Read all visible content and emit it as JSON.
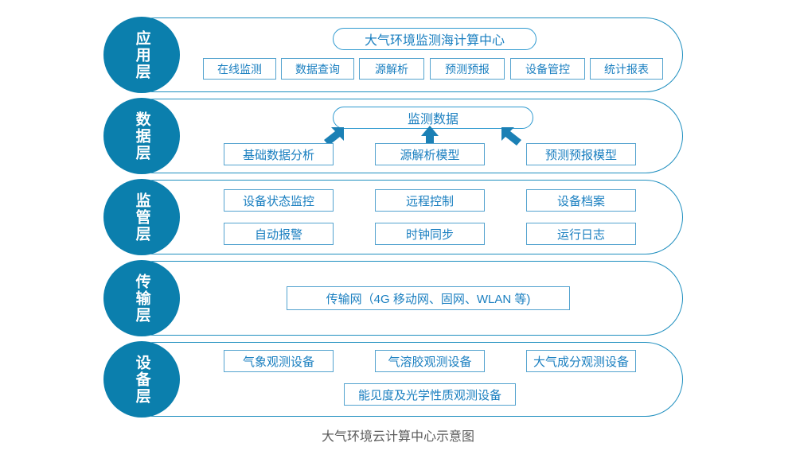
{
  "diagram": {
    "caption": "大气环境云计算中心示意图",
    "colors": {
      "circle_fill": "#0b7fad",
      "row_border": "#1f8fbf",
      "box_border": "#54a3cf",
      "box_text": "#1a7fc0",
      "pill_border": "#2f9ad0",
      "arrow": "#1b80b5",
      "caption_text": "#5c5c5c",
      "background": "#ffffff"
    },
    "layers": [
      {
        "id": "application-layer",
        "circle_label": "应用层",
        "title_pill": "大气环境监测海计算中心",
        "items": [
          "在线监测",
          "数据查询",
          "源解析",
          "预测预报",
          "设备管控",
          "统计报表"
        ]
      },
      {
        "id": "data-layer",
        "circle_label": "数据层",
        "title_pill": "监测数据",
        "items": [
          "基础数据分析",
          "源解析模型",
          "预测预报模型"
        ],
        "arrows": [
          {
            "name": "arrow-up-right",
            "direction": "up-right"
          },
          {
            "name": "arrow-up",
            "direction": "up"
          },
          {
            "name": "arrow-up-left",
            "direction": "up-left"
          }
        ]
      },
      {
        "id": "supervision-layer",
        "circle_label": "监管层",
        "items_row1": [
          "设备状态监控",
          "远程控制",
          "设备档案"
        ],
        "items_row2": [
          "自动报警",
          "时钟同步",
          "运行日志"
        ]
      },
      {
        "id": "transmission-layer",
        "circle_label": "传输层",
        "items": [
          "传输网（4G 移动网、固网、WLAN 等)"
        ]
      },
      {
        "id": "device-layer",
        "circle_label": "设备层",
        "items_row1": [
          "气象观测设备",
          "气溶胶观测设备",
          "大气成分观测设备"
        ],
        "items_row2": [
          "能见度及光学性质观测设备"
        ]
      }
    ]
  }
}
